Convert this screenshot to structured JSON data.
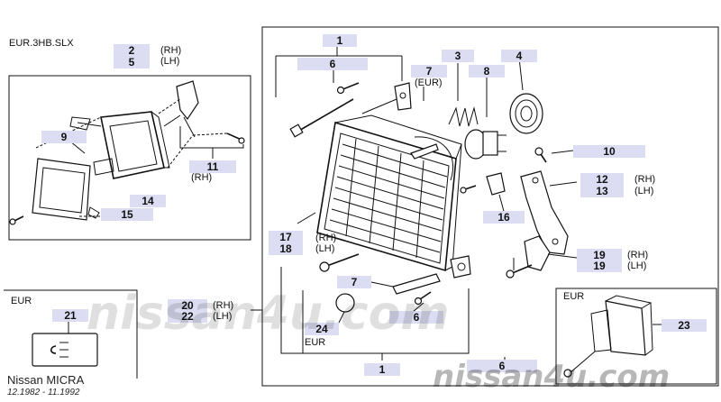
{
  "labels": {
    "model_tag": "EUR.3HB.SLX",
    "eur_1": "EUR",
    "eur_2": "EUR",
    "eur_3": "EUR",
    "eur_7": "(EUR)",
    "footer_title": "Nissan MICRA",
    "footer_dates": "12.1982 - 11.1992",
    "watermark": "nissan4u.com"
  },
  "parts": [
    {
      "id": "p2",
      "num": "2",
      "side": "(RH)"
    },
    {
      "id": "p5",
      "num": "5",
      "side": "(LH)"
    },
    {
      "id": "p1a",
      "num": "1",
      "side": ""
    },
    {
      "id": "p6a",
      "num": "6",
      "side": ""
    },
    {
      "id": "p3",
      "num": "3",
      "side": ""
    },
    {
      "id": "p4",
      "num": "4",
      "side": ""
    },
    {
      "id": "p8",
      "num": "8",
      "side": ""
    },
    {
      "id": "p7a",
      "num": "7",
      "side": ""
    },
    {
      "id": "p9",
      "num": "9",
      "side": ""
    },
    {
      "id": "p10",
      "num": "10",
      "side": ""
    },
    {
      "id": "p11",
      "num": "11",
      "side": "(RH)"
    },
    {
      "id": "p12",
      "num": "12",
      "side": "(RH)"
    },
    {
      "id": "p13",
      "num": "13",
      "side": "(LH)"
    },
    {
      "id": "p14",
      "num": "14",
      "side": ""
    },
    {
      "id": "p15",
      "num": "15",
      "side": ""
    },
    {
      "id": "p16",
      "num": "16",
      "side": ""
    },
    {
      "id": "p17",
      "num": "17",
      "side": "(RH)"
    },
    {
      "id": "p18",
      "num": "18",
      "side": "(LH)"
    },
    {
      "id": "p19a",
      "num": "19",
      "side": "(RH)"
    },
    {
      "id": "p19b",
      "num": "19",
      "side": "(LH)"
    },
    {
      "id": "p20",
      "num": "20",
      "side": "(RH)"
    },
    {
      "id": "p22",
      "num": "22",
      "side": "(LH)"
    },
    {
      "id": "p21",
      "num": "21",
      "side": ""
    },
    {
      "id": "p7b",
      "num": "7",
      "side": ""
    },
    {
      "id": "p6b",
      "num": "6",
      "side": ""
    },
    {
      "id": "p24",
      "num": "24",
      "side": ""
    },
    {
      "id": "p1b",
      "num": "1",
      "side": ""
    },
    {
      "id": "p6c",
      "num": "6",
      "side": ""
    },
    {
      "id": "p23",
      "num": "23",
      "side": ""
    }
  ]
}
